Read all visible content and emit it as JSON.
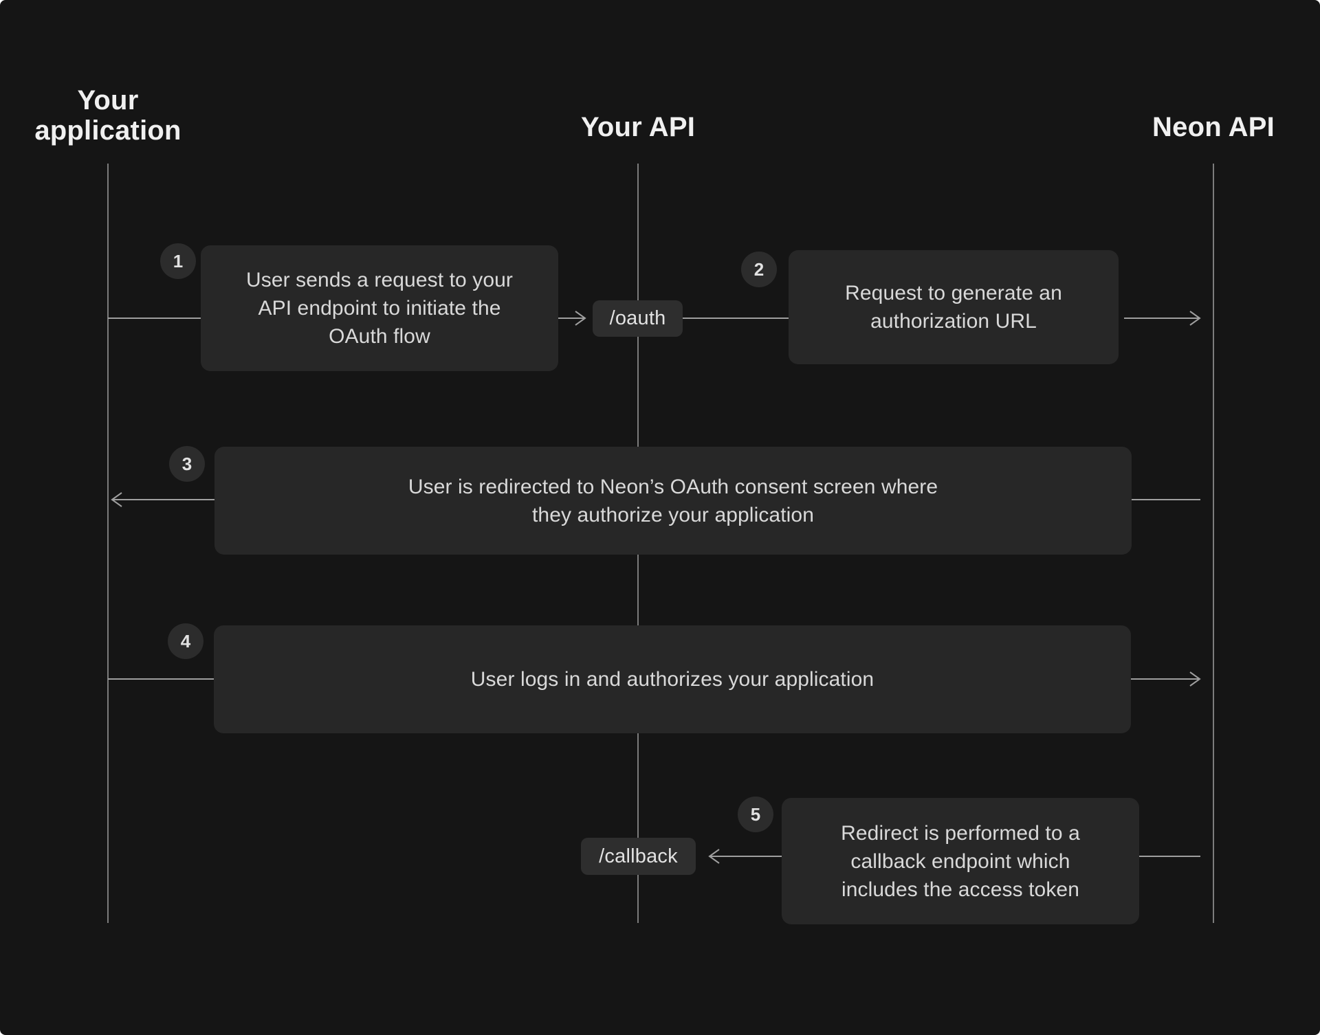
{
  "diagram": {
    "actors": [
      {
        "label": "Your application"
      },
      {
        "label": "Your API"
      },
      {
        "label": "Neon API"
      }
    ],
    "endpoints": {
      "oauth": "/oauth",
      "callback": "/callback"
    },
    "steps": [
      {
        "number": "1",
        "lines": [
          "User sends a request to your",
          "API endpoint to initiate the",
          "OAuth flow"
        ]
      },
      {
        "number": "2",
        "lines": [
          "Request to generate an",
          "authorization URL"
        ]
      },
      {
        "number": "3",
        "lines": [
          "User is redirected to Neon’s OAuth consent screen where",
          "they authorize your application"
        ]
      },
      {
        "number": "4",
        "lines": [
          "User logs in and authorizes your application"
        ]
      },
      {
        "number": "5",
        "lines": [
          "Redirect is performed to a",
          "callback endpoint which",
          "includes the access token"
        ]
      }
    ],
    "colors": {
      "background": "#151515",
      "step_box": "#272727",
      "endpoint_pill": "#2e2e2e",
      "number_badge": "#2c2c2c",
      "connector_line": "#9f9f9f",
      "body_text": "#d9d9d9",
      "heading_text": "#f0f0f0"
    }
  }
}
